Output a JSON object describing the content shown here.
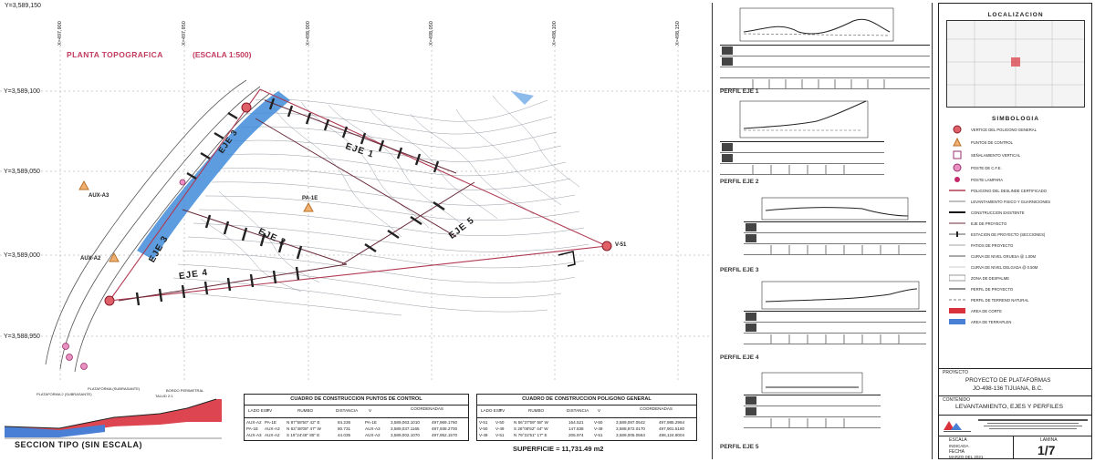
{
  "plan": {
    "title": "PLANTA TOPOGRAFICA",
    "scale": "(ESCALA 1:500)",
    "coords_left": [
      "Y=3,589,150",
      "Y=3,589,100",
      "Y=3,589,050",
      "Y=3,589,000",
      "Y=3,588,950"
    ],
    "coords_top": [
      "X=497,900",
      "X=497,950",
      "X=498,000",
      "X=498,050",
      "X=498,100",
      "X=498,150"
    ],
    "ejes": [
      "EJE 1",
      "EJE 2",
      "EJE 3",
      "EJE 4",
      "EJE 5"
    ],
    "points": [
      "AUX-A3",
      "AUX-A2",
      "PA-1E",
      "V-51"
    ]
  },
  "section": {
    "title": "SECCION TIPO (SIN ESCALA)",
    "labels": [
      "PLATAFORMA 2 (SUBRASANTE)",
      "PLATAFORMA (SUBRASANTE)",
      "TALUD 2:1",
      "BORDO PERIMETRAL"
    ]
  },
  "table_control": {
    "title": "CUADRO DE CONSTRUCCION PUNTOS DE CONTROL",
    "headers": [
      "LADO EST.",
      "PV",
      "RUMBO",
      "DISTANCIA",
      "V",
      "COORDENADAS"
    ],
    "rows": [
      [
        "AUX-A2",
        "PA-1E",
        "N 87°58'50\" 42\" E",
        "84.236",
        "PA-1E",
        "3,589,063.1010",
        "497,969.1760"
      ],
      [
        "PA-1E",
        "AUX-A3",
        "N 63°48'08\" 47\" W",
        "80.731",
        "AUX-A3",
        "3,589,037.1165",
        "497,938.2700"
      ],
      [
        "AUX-A3",
        "AUX-A2",
        "S 19°24'48\" 85\" E",
        "44.035",
        "AUX-A2",
        "3,589,002.1070",
        "497,952.1570"
      ]
    ]
  },
  "table_poligono": {
    "title": "CUADRO DE CONSTRUCCION POLIGONO GENERAL",
    "headers": [
      "LADO EST.",
      "PV",
      "RUMBO",
      "DISTANCIA",
      "V",
      "COORDENADAS"
    ],
    "rows": [
      [
        "V-51",
        "V-50",
        "N 56°37'59\" 58\" W",
        "164.521",
        "V-50",
        "3,589,087.0542",
        "497,985.2964"
      ],
      [
        "V-50",
        "V-49",
        "S 28°08'52\" 44\" W",
        "147.838",
        "V-49",
        "3,588,972.0170",
        "497,901.5180"
      ],
      [
        "V-49",
        "V-51",
        "N 79°22'51\" 17\" E",
        "205.974",
        "V-51",
        "3,589,005.0564",
        "498,124.9004"
      ]
    ],
    "superficie": "SUPERFICIE = 11,731.49 m2"
  },
  "perfiles": [
    "PERFIL EJE 1",
    "PERFIL EJE 2",
    "PERFIL EJE 3",
    "PERFIL EJE 4",
    "PERFIL EJE 5"
  ],
  "title_block": {
    "localizacion": "LOCALIZACION",
    "simbologia": "SIMBOLOGIA",
    "symbols": [
      "VERTICE DEL POLIGONO GENERAL",
      "PUNTOS DE CONTROL",
      "SEÑALAMIENTO VERTICAL",
      "POSTE DE C.F.E.",
      "POSTE LAMPARA",
      "POLIGONO DEL DESLINDE CERTIFICADO",
      "LEVANTAMIENTO FISICO Y GUARNICIONES",
      "CONSTRUCCION EXISTENTE",
      "EJE DE PROYECTO",
      "ESTACION DE PROYECTO (SECCIONES)",
      "PATIOS DE PROYECTO",
      "CURVA DE NIVEL GRUESA @ 1.00M",
      "CURVA DE NIVEL DELGADA @ 0.50M",
      "ZONA DE DESPALME",
      "PERFIL DE PROYECTO",
      "PERFIL DE TERRENO NATURAL",
      "AREA DE CORTE",
      "AREA DE TERRAPLEN"
    ],
    "proyecto_label": "PROYECTO",
    "proyecto": "PROYECTO DE PLATAFORMAS",
    "clave": "JO-498-136 TIJUANA, B.C.",
    "contenido_label": "CONTENIDO",
    "contenido": "LEVANTAMIENTO, EJES Y PERFILES",
    "escala_label": "ESCALA",
    "escala": "INDICADA",
    "fecha_label": "FECHA",
    "fecha": "MARZO DEL 2021",
    "lamina_label": "LAMINA",
    "lamina": "1/7",
    "colors": {
      "corte": "#d9323d",
      "terraplen": "#4a7fd6",
      "red_line": "#b03a52",
      "blue_water": "#3f8bd9"
    }
  }
}
